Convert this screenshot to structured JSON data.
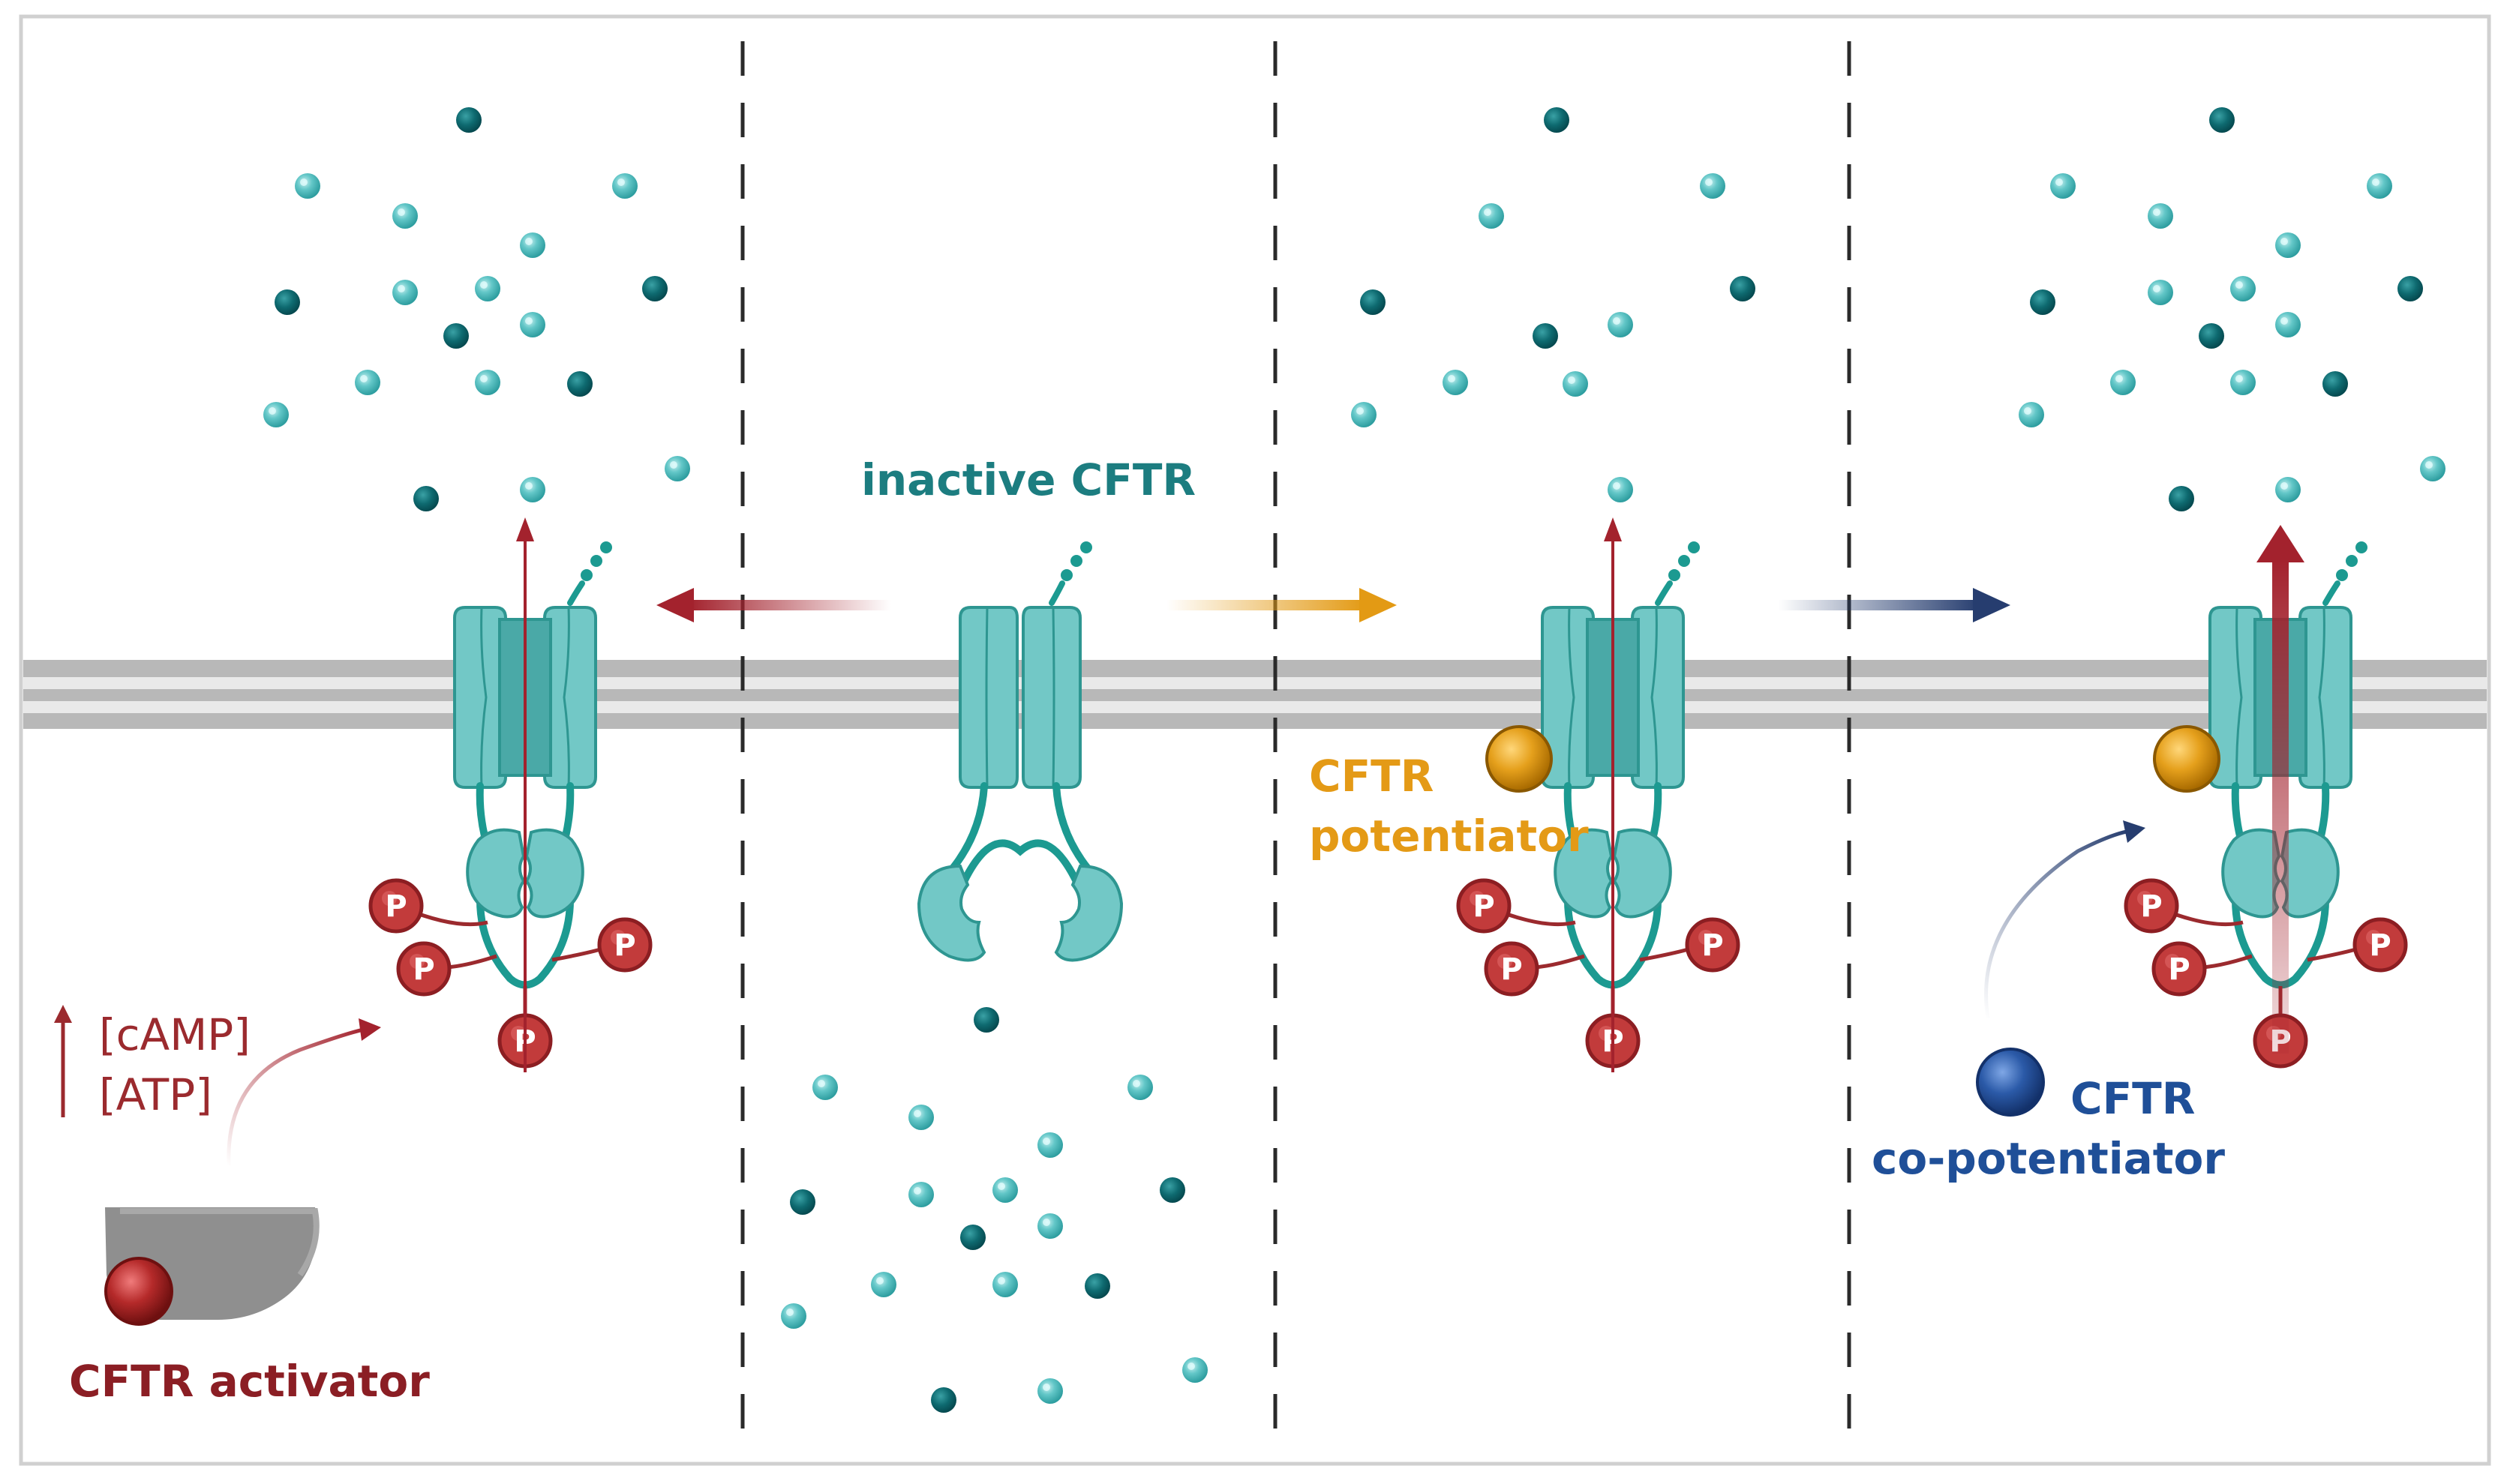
{
  "labels": {
    "inactive": "inactive CFTR",
    "camp": "[cAMP]",
    "atp": "[ATP]",
    "activator": "CFTR activator",
    "potentiator_line1": "CFTR",
    "potentiator_line2": "potentiator",
    "copotentiator_line1": "CFTR",
    "copotentiator_line2": "co-potentiator",
    "phospho": "P"
  },
  "colors": {
    "protein_fill": "#72c8c6",
    "protein_dark": "#4aa9a7",
    "protein_stroke": "#2e9691",
    "linker": "#1c9a91",
    "membrane": "#b5b5b5",
    "membrane_mid": "#e6e6e6",
    "ion_light": "#5fc4c6",
    "ion_dark": "#0f6d72",
    "activator_red": "#8b1e24",
    "phospho_red": "#c13a3a",
    "potentiator_orange": "#e19b16",
    "copotentiator_blue": "#1f4f98",
    "arrow_navy": "#263d6f",
    "gray_activator": "#8f8f8f"
  }
}
